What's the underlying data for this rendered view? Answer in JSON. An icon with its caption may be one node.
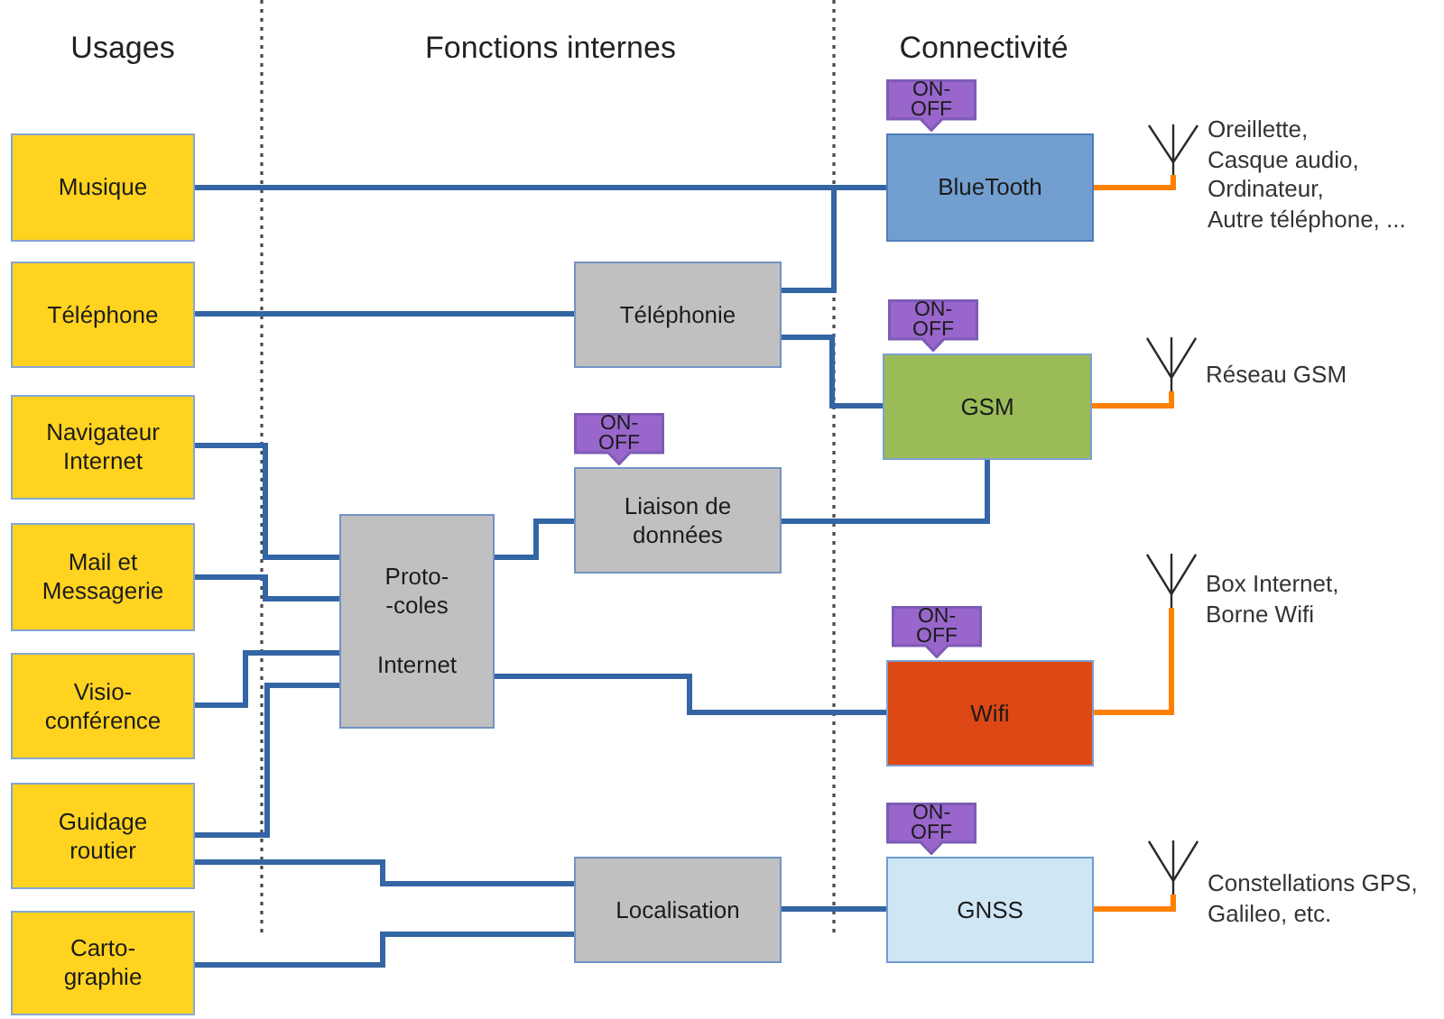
{
  "diagram": {
    "nodes": [
      {
        "text": [
          "Musique"
        ]
      },
      {
        "text": [
          "Téléphone"
        ]
      },
      {
        "text": [
          "Navigateur Internet"
        ]
      },
      {
        "text": [
          "Mail et Messagerie"
        ]
      },
      {
        "text": [
          "Visio- conférence"
        ]
      },
      {
        "text": [
          "Guidage routier"
        ]
      },
      {
        "text": [
          "Carto- graphie"
        ]
      },
      {
        "text": [
          "Téléphonie"
        ]
      },
      {
        "text": [
          "Proto- -coles",
          "Internet"
        ]
      },
      {
        "text": [
          "ON- OFF"
        ]
      },
      {
        "text": [
          "Liaison de données"
        ]
      },
      {
        "text": [
          "Localisation"
        ]
      },
      {
        "text": [
          "ON- OFF"
        ]
      },
      {
        "text": [
          "BlueTooth"
        ]
      },
      {
        "text": [
          "ON- OFF"
        ]
      },
      {
        "text": [
          "GSM"
        ]
      },
      {
        "text": [
          "ON- OFF"
        ]
      },
      {
        "text": [
          "Wifi"
        ]
      },
      {
        "text": [
          "ON- OFF"
        ]
      },
      {
        "text": [
          "GNSS"
        ]
      },
      {
        "text": [],
        "shape": "antenna",
        "beside": [
          "Oreillette,",
          "Casque audio,",
          "Ordinateur,",
          "Autre téléphone, ..."
        ]
      },
      {
        "text": [],
        "shape": "antenna",
        "beside": [
          "Réseau GSM"
        ]
      },
      {
        "text": [],
        "shape": "antenna",
        "beside": [
          "Box Internet, Borne Wifi"
        ]
      },
      {
        "text": [],
        "shape": "antenna",
        "beside": [
          "Constellations GPS, Galileo, etc."
        ]
      }
    ],
    "edges": [
      {
        "from": 0,
        "to": 13,
        "arrow": "none"
      },
      {
        "from": 1,
        "to": 7,
        "arrow": "none"
      },
      {
        "from": 7,
        "to": 13,
        "arrow": "none"
      },
      {
        "from": 7,
        "to": 15,
        "arrow": "none"
      },
      {
        "from": 2,
        "to": 8,
        "arrow": "none"
      },
      {
        "from": 3,
        "to": 8,
        "arrow": "none"
      },
      {
        "from": 4,
        "to": 8,
        "arrow": "none"
      },
      {
        "from": 5,
        "to": 8,
        "arrow": "none"
      },
      {
        "from": 5,
        "to": 11,
        "arrow": "none"
      },
      {
        "from": 6,
        "to": 11,
        "arrow": "none"
      },
      {
        "from": 8,
        "to": 10,
        "arrow": "none"
      },
      {
        "from": 8,
        "to": 17,
        "arrow": "none"
      },
      {
        "from": 10,
        "to": 15,
        "arrow": "none"
      },
      {
        "from": 11,
        "to": 19,
        "arrow": "none"
      },
      {
        "from": 13,
        "to": 20,
        "arrow": "none",
        "color": "#ff8000"
      },
      {
        "from": 15,
        "to": 21,
        "arrow": "none",
        "color": "#ff8000"
      },
      {
        "from": 17,
        "to": 22,
        "arrow": "none",
        "color": "#ff8000"
      },
      {
        "from": 19,
        "to": 23,
        "arrow": "none",
        "color": "#ff8000"
      }
    ],
    "labels": [
      "Usages",
      "Fonctions internes",
      "Connectivité"
    ]
  }
}
